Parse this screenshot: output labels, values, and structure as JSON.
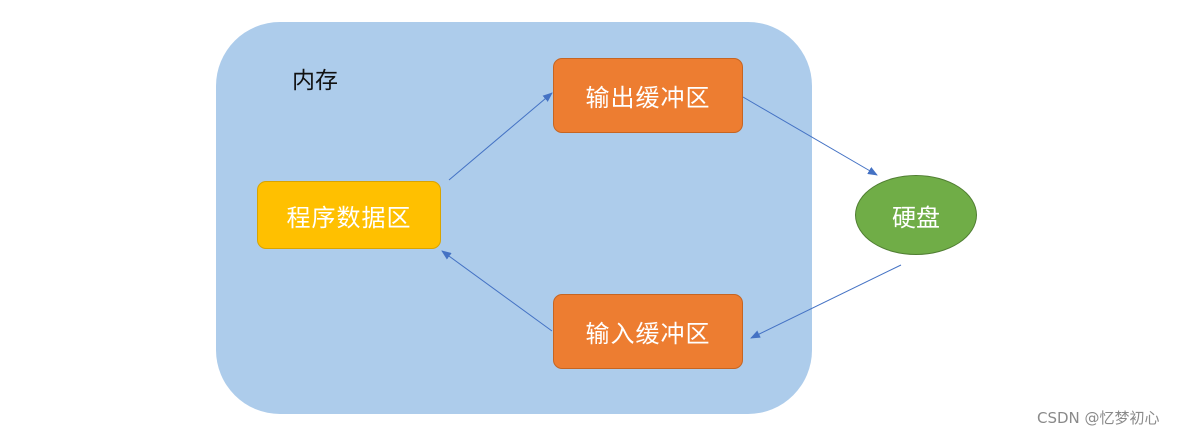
{
  "diagram": {
    "memory_label": "内存",
    "nodes": {
      "output_buffer": "输出缓冲区",
      "input_buffer": "输入缓冲区",
      "program_data": "程序数据区",
      "disk": "硬盘"
    },
    "colors": {
      "memory_fill": "#adcceb",
      "buffer_fill": "#ed7d31",
      "program_fill": "#ffc000",
      "disk_fill": "#70ad47",
      "arrow": "#4472c4"
    }
  },
  "watermark": "CSDN @忆梦初心"
}
